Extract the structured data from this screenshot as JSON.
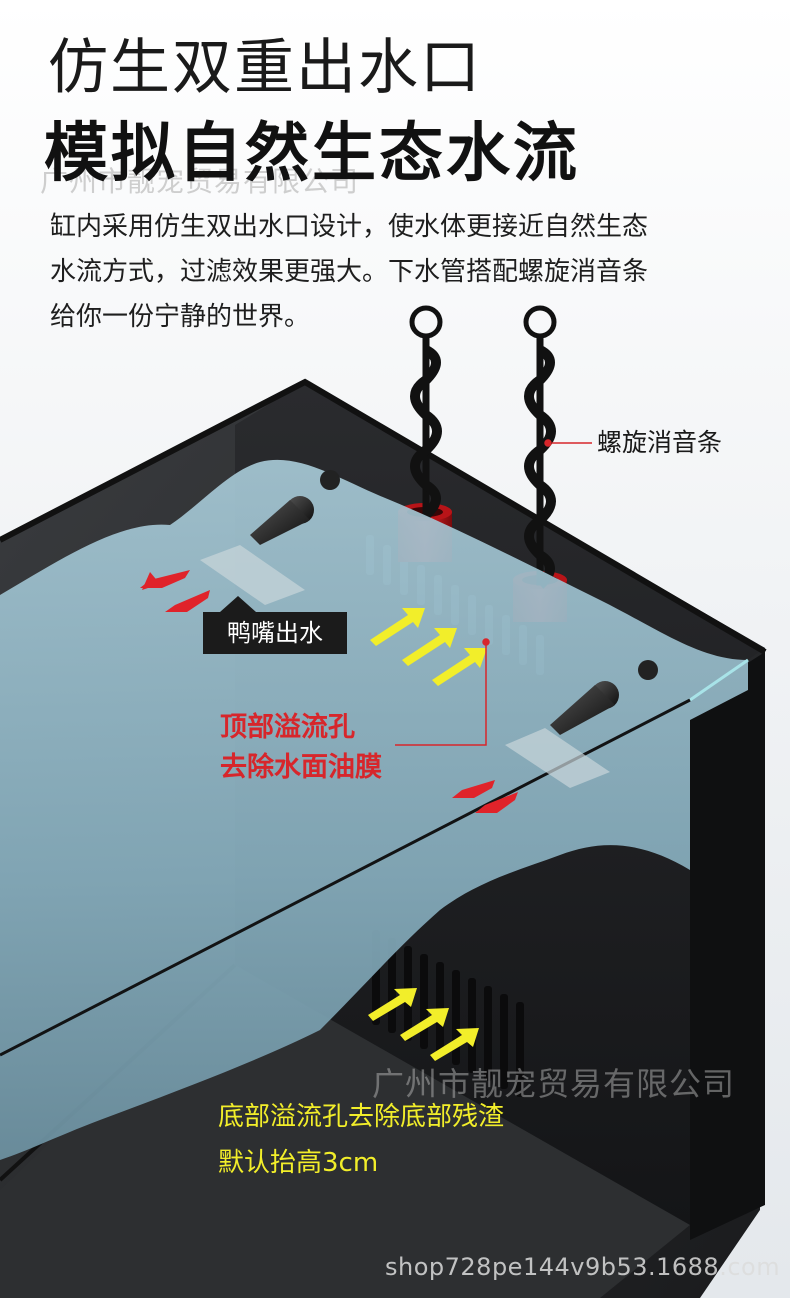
{
  "title": {
    "line1": "仿生双重出水口",
    "line2": "模拟自然生态水流"
  },
  "watermark_top": "广州市靓宠贸易有限公司",
  "description": {
    "line1": "缸内采用仿生双出水口设计，使水体更接近自然生态",
    "line2": "水流方式，过滤效果更强大。下水管搭配螺旋消音条",
    "line3": "给你一份宁静的世界。"
  },
  "labels": {
    "spiral": "螺旋消音条",
    "duckbill": "鸭嘴出水",
    "top_overflow_line1": "顶部溢流孔",
    "top_overflow_line2": "去除水面油膜",
    "bottom_overflow_line1": "底部溢流孔去除底部残渣",
    "bottom_overflow_line2": "默认抬高3cm"
  },
  "watermark_mid": "广州市靓宠贸易有限公司",
  "url": "shop728pe144v9b53.1688.com",
  "colors": {
    "red_label": "#d7262b",
    "yellow_label": "#f2ee2a",
    "water": "#9cc0cf",
    "tank_dark": "#1e1f21"
  },
  "icons": [
    "red-flow-arrow-icon",
    "yellow-flow-arrow-icon",
    "spiral-silencer-icon",
    "duckbill-nozzle-icon"
  ]
}
